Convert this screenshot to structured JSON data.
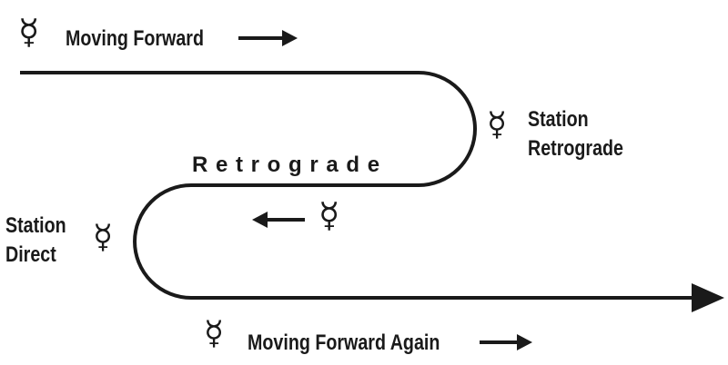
{
  "colors": {
    "ink": "#1a1a1a",
    "background": "#ffffff"
  },
  "symbol": {
    "name": "mercury-icon",
    "glyph": "☿"
  },
  "labels": {
    "moving_forward": "Moving Forward",
    "station_retrograde_line1": "Station",
    "station_retrograde_line2": "Retrograde",
    "retrograde": "R e t r o g r a d e",
    "station_direct_line1": "Station",
    "station_direct_line2": "Direct",
    "moving_forward_again": "Moving Forward Again"
  }
}
